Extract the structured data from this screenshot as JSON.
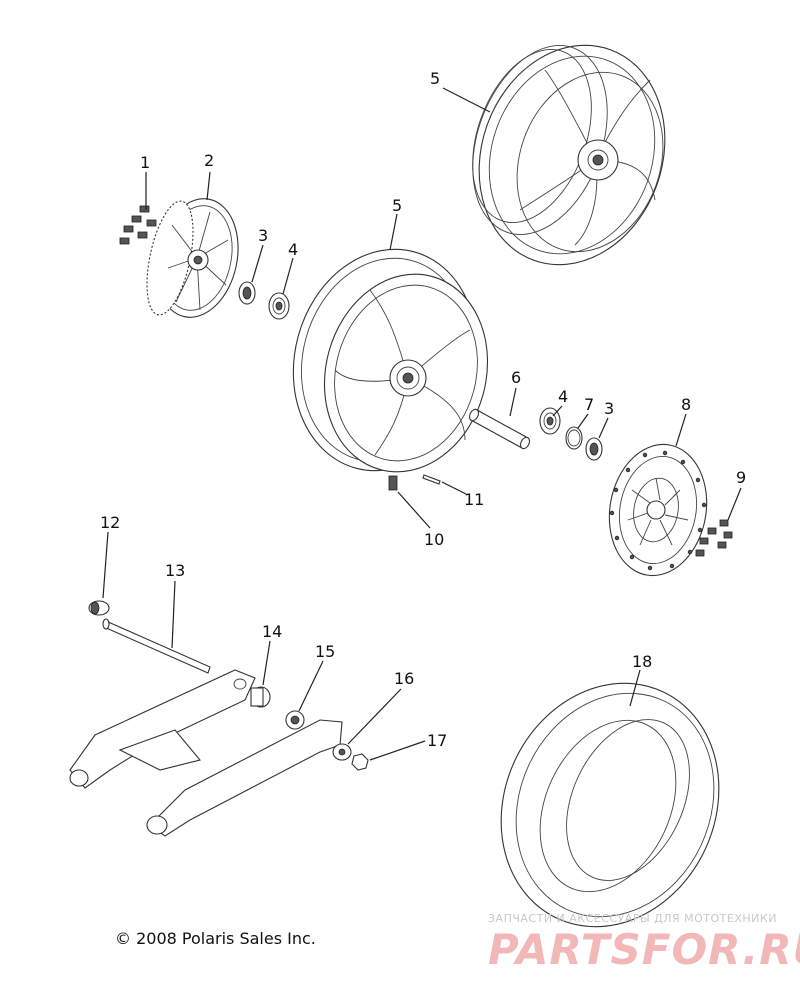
{
  "callouts": [
    {
      "id": "c1",
      "text": "1"
    },
    {
      "id": "c2",
      "text": "2"
    },
    {
      "id": "c3a",
      "text": "3"
    },
    {
      "id": "c4a",
      "text": "4"
    },
    {
      "id": "c5a",
      "text": "5"
    },
    {
      "id": "c5b",
      "text": "5"
    },
    {
      "id": "c6",
      "text": "6"
    },
    {
      "id": "c4b",
      "text": "4"
    },
    {
      "id": "c7",
      "text": "7"
    },
    {
      "id": "c3b",
      "text": "3"
    },
    {
      "id": "c8",
      "text": "8"
    },
    {
      "id": "c9",
      "text": "9"
    },
    {
      "id": "c10",
      "text": "10"
    },
    {
      "id": "c11",
      "text": "11"
    },
    {
      "id": "c12",
      "text": "12"
    },
    {
      "id": "c13",
      "text": "13"
    },
    {
      "id": "c14",
      "text": "14"
    },
    {
      "id": "c15",
      "text": "15"
    },
    {
      "id": "c16",
      "text": "16"
    },
    {
      "id": "c17",
      "text": "17"
    },
    {
      "id": "c18",
      "text": "18"
    }
  ],
  "copyright": "© 2008 Polaris Sales Inc.",
  "watermark": {
    "tagline": "ЗАПЧАСТИ И АКСЕССУАРЫ ДЛЯ МОТОТЕХНИКИ",
    "brand": "PARTSFOR.RU"
  }
}
